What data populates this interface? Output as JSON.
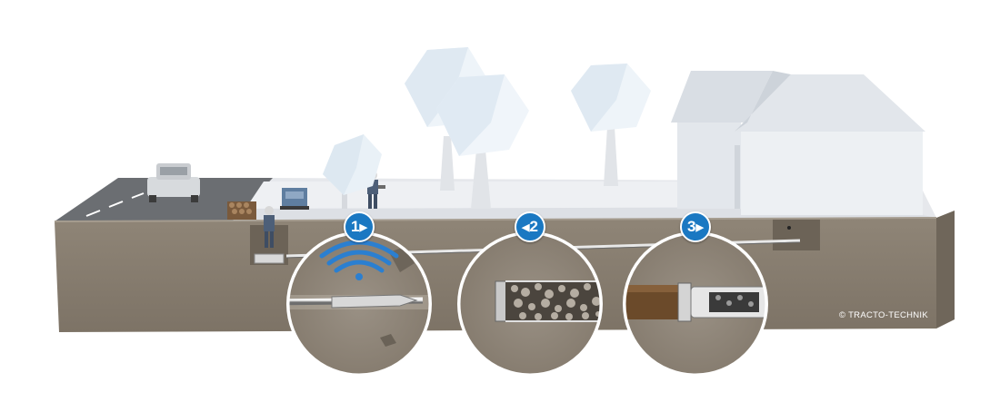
{
  "steps": [
    {
      "number": "1",
      "arrow": "▶"
    },
    {
      "number": "2",
      "arrow": "◀"
    },
    {
      "number": "3",
      "arrow": "▶"
    }
  ],
  "copyright": "© TRACTO-TECHNIK",
  "colors": {
    "ground": "#8b8072",
    "road": "#6b6e72",
    "pavement": "#e4e6ea",
    "badge": "#1a78c2",
    "signal": "#2b7fd0",
    "pipe_brown": "#6b4a2a"
  }
}
